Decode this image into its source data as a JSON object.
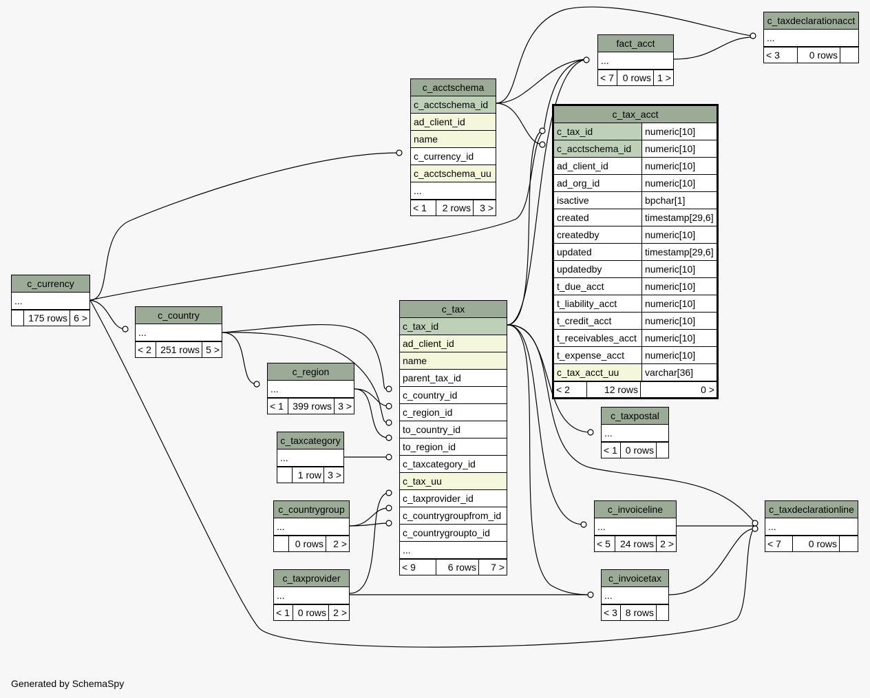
{
  "footer": "Generated by SchemaSpy",
  "tables": {
    "c_currency": {
      "name": "c_currency",
      "rows": [
        "..."
      ],
      "foot": [
        "",
        "175 rows",
        "6 >"
      ]
    },
    "c_country": {
      "name": "c_country",
      "rows": [
        "..."
      ],
      "foot": [
        "< 2",
        "251 rows",
        "5 >"
      ]
    },
    "c_region": {
      "name": "c_region",
      "rows": [
        "..."
      ],
      "foot": [
        "< 1",
        "399 rows",
        "3 >"
      ]
    },
    "c_taxcategory": {
      "name": "c_taxcategory",
      "rows": [
        "..."
      ],
      "foot": [
        "",
        "1 row",
        "3 >"
      ]
    },
    "c_countrygroup": {
      "name": "c_countrygroup",
      "rows": [
        "..."
      ],
      "foot": [
        "",
        "0 rows",
        "2 >"
      ]
    },
    "c_taxprovider": {
      "name": "c_taxprovider",
      "rows": [
        "..."
      ],
      "foot": [
        "< 1",
        "0 rows",
        "2 >"
      ]
    },
    "c_acctschema": {
      "name": "c_acctschema",
      "rows": [
        "c_acctschema_id",
        "ad_client_id",
        "name",
        "c_currency_id",
        "c_acctschema_uu",
        "..."
      ],
      "foot": [
        "< 1",
        "2 rows",
        "3 >"
      ]
    },
    "c_tax": {
      "name": "c_tax",
      "rows": [
        "c_tax_id",
        "ad_client_id",
        "name",
        "parent_tax_id",
        "c_country_id",
        "c_region_id",
        "to_country_id",
        "to_region_id",
        "c_taxcategory_id",
        "c_tax_uu",
        "c_taxprovider_id",
        "c_countrygroupfrom_id",
        "c_countrygroupto_id",
        "..."
      ],
      "foot": [
        "< 9",
        "6 rows",
        "7 >"
      ]
    },
    "fact_acct": {
      "name": "fact_acct",
      "rows": [
        "..."
      ],
      "foot": [
        "< 7",
        "0 rows",
        "1 >"
      ]
    },
    "c_taxdeclarationacct": {
      "name": "c_taxdeclarationacct",
      "rows": [
        "..."
      ],
      "foot": [
        "< 3",
        "0 rows",
        ""
      ]
    },
    "c_tax_acct": {
      "name": "c_tax_acct",
      "columns": [
        {
          "name": "c_tax_id",
          "type": "numeric[10]"
        },
        {
          "name": "c_acctschema_id",
          "type": "numeric[10]"
        },
        {
          "name": "ad_client_id",
          "type": "numeric[10]"
        },
        {
          "name": "ad_org_id",
          "type": "numeric[10]"
        },
        {
          "name": "isactive",
          "type": "bpchar[1]"
        },
        {
          "name": "created",
          "type": "timestamp[29,6]"
        },
        {
          "name": "createdby",
          "type": "numeric[10]"
        },
        {
          "name": "updated",
          "type": "timestamp[29,6]"
        },
        {
          "name": "updatedby",
          "type": "numeric[10]"
        },
        {
          "name": "t_due_acct",
          "type": "numeric[10]"
        },
        {
          "name": "t_liability_acct",
          "type": "numeric[10]"
        },
        {
          "name": "t_credit_acct",
          "type": "numeric[10]"
        },
        {
          "name": "t_receivables_acct",
          "type": "numeric[10]"
        },
        {
          "name": "t_expense_acct",
          "type": "numeric[10]"
        },
        {
          "name": "c_tax_acct_uu",
          "type": "varchar[36]"
        }
      ],
      "foot": [
        "< 2",
        "12 rows",
        "0 >"
      ]
    },
    "c_taxpostal": {
      "name": "c_taxpostal",
      "rows": [
        "..."
      ],
      "foot": [
        "< 1",
        "0 rows",
        ""
      ]
    },
    "c_invoiceline": {
      "name": "c_invoiceline",
      "rows": [
        "..."
      ],
      "foot": [
        "< 5",
        "24 rows",
        "2 >"
      ]
    },
    "c_taxdeclarationline": {
      "name": "c_taxdeclarationline",
      "rows": [
        "..."
      ],
      "foot": [
        "< 7",
        "0 rows",
        ""
      ]
    },
    "c_invoicetax": {
      "name": "c_invoicetax",
      "rows": [
        "..."
      ],
      "foot": [
        "< 3",
        "8 rows",
        ""
      ]
    }
  }
}
